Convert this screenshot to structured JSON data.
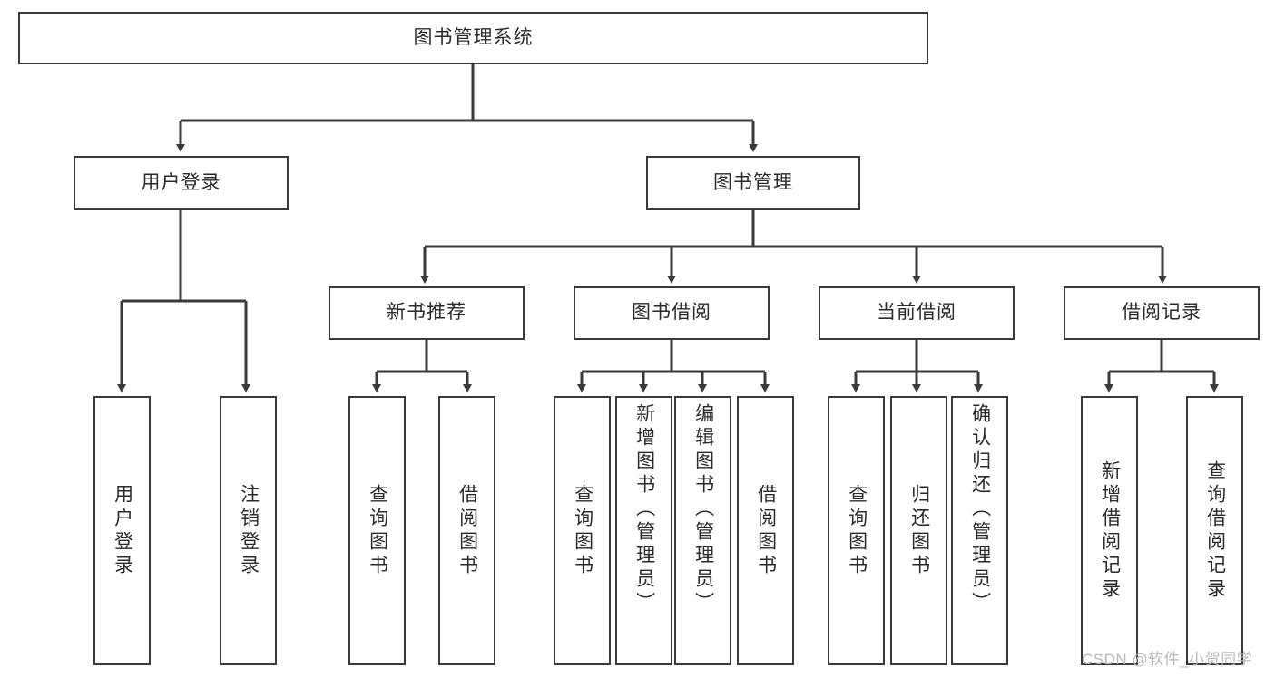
{
  "diagram": {
    "title": "图书管理系统",
    "watermark": "CSDN @软件_小贺同学",
    "line_color": "#3a3a3a",
    "box_border_color": "#3a3a3a",
    "text_color": "#2b2b2b",
    "background": "#ffffff",
    "root": {
      "label": "图书管理系统"
    },
    "level2": [
      {
        "label": "用户登录"
      },
      {
        "label": "图书管理"
      }
    ],
    "level3": [
      {
        "label": "新书推荐"
      },
      {
        "label": "图书借阅"
      },
      {
        "label": "当前借阅"
      },
      {
        "label": "借阅记录"
      }
    ],
    "leaves": {
      "user_login": [
        {
          "label": "用户登录"
        },
        {
          "label": "注销登录"
        }
      ],
      "new_book_recommend": [
        {
          "label": "查询图书"
        },
        {
          "label": "借阅图书"
        }
      ],
      "book_borrow": [
        {
          "label": "查询图书"
        },
        {
          "label": "新增图书（管理员）"
        },
        {
          "label": "编辑图书（管理员）"
        },
        {
          "label": "借阅图书"
        }
      ],
      "current_borrow": [
        {
          "label": "查询图书"
        },
        {
          "label": "归还图书"
        },
        {
          "label": "确认归还（管理员）"
        }
      ],
      "borrow_record": [
        {
          "label": "新增借阅记录"
        },
        {
          "label": "查询借阅记录"
        }
      ]
    }
  }
}
